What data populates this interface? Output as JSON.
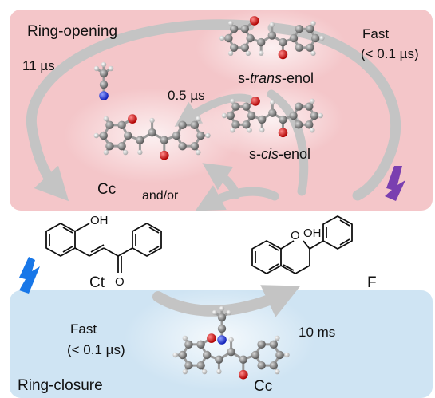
{
  "panels": {
    "ring_opening": {
      "title": "Ring-opening",
      "color": "#f4c6c9",
      "title_color": "#e4112a"
    },
    "ring_closure": {
      "title": "Ring-closure",
      "color": "#cfe4f3",
      "title_color": "#1f4fa8"
    }
  },
  "labels": {
    "time_11us": "11 µs",
    "time_fast_top": "Fast",
    "time_fast_top_paren": "(< 0.1 µs)",
    "time_05us": "0.5 µs",
    "strans_prefix": "s-",
    "strans_italic": "trans",
    "strans_suffix": "-enol",
    "scis_prefix": "s-",
    "scis_italic": "cis",
    "scis_suffix": "-enol",
    "cc_top": "Cc",
    "and_or": "and/or",
    "ct": "Ct",
    "f": "F",
    "oh_ct": "OH",
    "oh_f": "OH",
    "o_f": "O",
    "o_ct": "O",
    "time_fast_bottom": "Fast",
    "time_fast_bottom_paren": "(< 0.1 µs)",
    "time_10ms": "10 ms",
    "cc_bottom": "Cc"
  },
  "icons": {
    "flash_purple": "lightning-bolt",
    "flash_blue": "lightning-bolt"
  },
  "colors": {
    "arrow": "#c4c4c4",
    "oxygen": "#d21010",
    "nitrogen": "#1e2fd8",
    "carbon": "#8a8a8a",
    "hydrogen": "#e6e6e6",
    "flash_purple": "#7a3fb0",
    "flash_blue": "#1877e8"
  }
}
